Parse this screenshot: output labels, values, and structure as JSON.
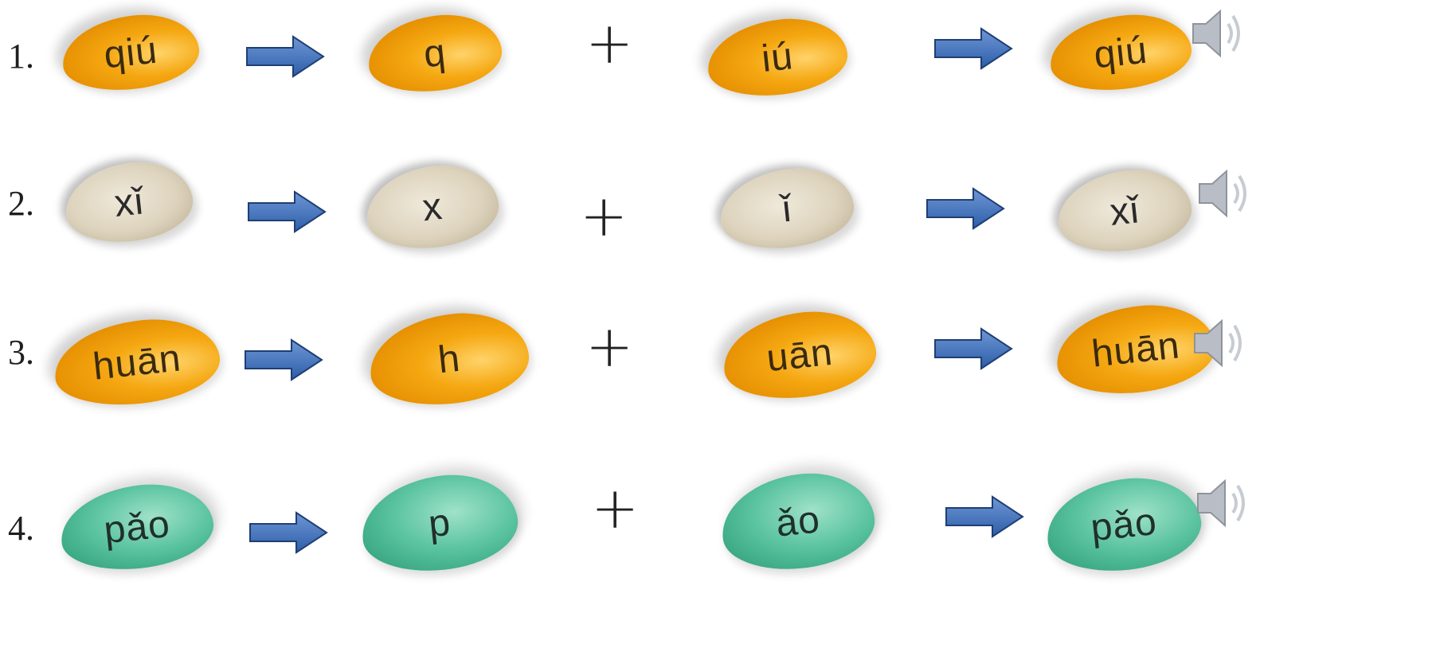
{
  "rows": [
    {
      "num": "1.",
      "word": "qiú",
      "initial": "q",
      "final": "iú",
      "result": "qiú",
      "color": "orange"
    },
    {
      "num": "2.",
      "word": "xǐ",
      "initial": "x",
      "final": "ǐ",
      "result": "xǐ",
      "color": "beige"
    },
    {
      "num": "3.",
      "word": "huān",
      "initial": "h",
      "final": "uān",
      "result": "huān",
      "color": "orange"
    },
    {
      "num": "4.",
      "word": "pǎo",
      "initial": "p",
      "final": "ǎo",
      "result": "pǎo",
      "color": "green"
    }
  ],
  "symbols": {
    "plus": "+"
  },
  "icons": {
    "arrow": "arrow-right-icon",
    "speaker": "speaker-icon"
  },
  "colors": {
    "orange": "#f5a812",
    "beige": "#ddd3bd",
    "green": "#5cc4a1",
    "arrow_blue": "#3a6db8"
  }
}
